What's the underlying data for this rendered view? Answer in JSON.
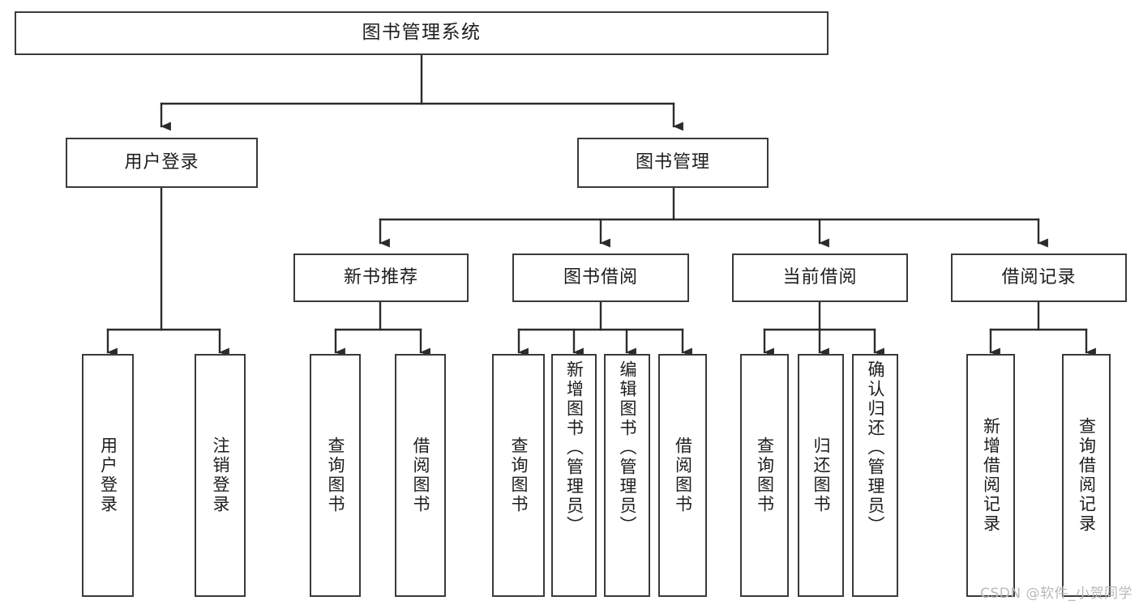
{
  "diagram": {
    "title": "图书管理系统",
    "type": "tree",
    "watermark": "CSDN @软件_小贺同学",
    "colors": {
      "border": "#3a3a3a",
      "background": "#ffffff",
      "text": "#1d1d1d",
      "connector": "#2b2b2b",
      "watermark": "#b9b9b9"
    },
    "levels": {
      "root": {
        "label": "图书管理系统"
      },
      "level2": [
        {
          "id": "user-login",
          "label": "用户登录"
        },
        {
          "id": "book-management",
          "label": "图书管理"
        }
      ],
      "level3": [
        {
          "id": "new-book-recommend",
          "label": "新书推荐"
        },
        {
          "id": "book-borrow",
          "label": "图书借阅"
        },
        {
          "id": "current-borrow",
          "label": "当前借阅"
        },
        {
          "id": "borrow-record",
          "label": "借阅记录"
        }
      ],
      "leaves": {
        "user-login": [
          {
            "id": "leaf-user-login",
            "label": "用户登录"
          },
          {
            "id": "leaf-logout-login",
            "label": "注销登录"
          }
        ],
        "new-book-recommend": [
          {
            "id": "leaf-query-book-1",
            "label": "查询图书"
          },
          {
            "id": "leaf-borrow-book-1",
            "label": "借阅图书"
          }
        ],
        "book-borrow": [
          {
            "id": "leaf-query-book-2",
            "label": "查询图书"
          },
          {
            "id": "leaf-add-book",
            "label": "新增图书（管理员）"
          },
          {
            "id": "leaf-edit-book",
            "label": "编辑图书（管理员）"
          },
          {
            "id": "leaf-borrow-book-2",
            "label": "借阅图书"
          }
        ],
        "current-borrow": [
          {
            "id": "leaf-query-book-3",
            "label": "查询图书"
          },
          {
            "id": "leaf-return-book",
            "label": "归还图书"
          },
          {
            "id": "leaf-confirm-return",
            "label": "确认归还（管理员）"
          }
        ],
        "borrow-record": [
          {
            "id": "leaf-add-record",
            "label": "新增借阅记录"
          },
          {
            "id": "leaf-query-record",
            "label": "查询借阅记录"
          }
        ]
      }
    }
  }
}
